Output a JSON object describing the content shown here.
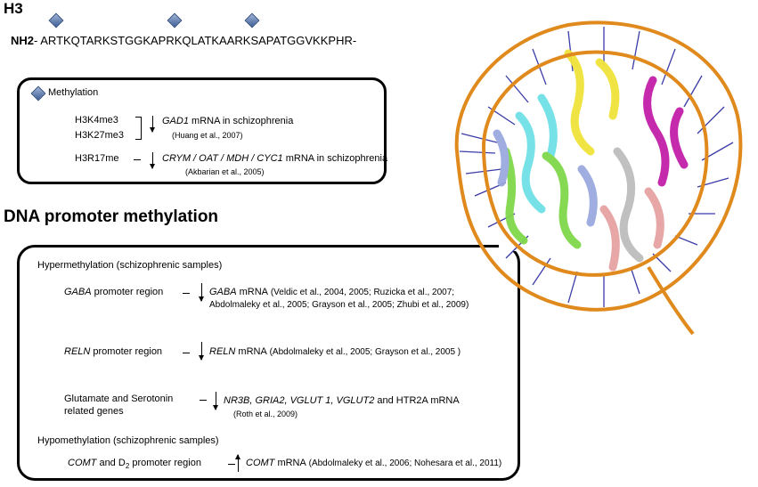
{
  "histone": {
    "title": "H3",
    "sequence_prefix": "NH2",
    "sequence": "- ARTKQTARKSTGGKAPRKQLATKAARKSAPATGGVKKPHR-"
  },
  "methylation_box": {
    "title": "Methylation",
    "rows": [
      {
        "marks": [
          "H3K4me3",
          "H3K27me3"
        ],
        "direction": "down",
        "gene": "GAD1",
        "effect": " mRNA in schizophrenia",
        "ref": "(Huang et al., 2007)"
      },
      {
        "marks": [
          "H3R17me"
        ],
        "direction": "down",
        "gene": "CRYM / OAT / MDH / CYC1",
        "effect": " mRNA in schizophrenia",
        "ref": "(Akbarian et al., 2005)"
      }
    ]
  },
  "promoter_section": {
    "title": "DNA promoter methylation",
    "hyper_title": "Hypermethylation (schizophrenic samples)",
    "hypo_title": "Hypomethylation (schizophrenic samples)",
    "rows": [
      {
        "region_italic": "GABA",
        "region_rest": " promoter region",
        "direction": "down",
        "gene": "GABA",
        "effect": " mRNA",
        "refs": [
          "(Veldic et al., 2004, 2005; Ruzicka et al., 2007;",
          "Abdolmaleky et al., 2005; Grayson et al., 2005; Zhubi et al., 2009)"
        ]
      },
      {
        "region_italic": "RELN",
        "region_rest": " promoter region",
        "direction": "down",
        "gene": "RELN",
        "effect": " mRNA",
        "refs": [
          "(Abdolmaleky et al., 2005; Grayson et al., 2005 )"
        ]
      },
      {
        "region_lines": [
          "Glutamate and Serotonin",
          "related genes"
        ],
        "direction": "down",
        "gene": "NR3B, GRIA2, VGLUT 1, VGLUT2",
        "effect": " and HTR2A  mRNA",
        "refs": [
          "(Roth et al., 2009)"
        ]
      },
      {
        "region_italic": "COMT",
        "region_rest": " and D",
        "region_sub": "2",
        "region_tail": " promoter region",
        "direction": "up",
        "gene": "COMT",
        "effect": " mRNA",
        "refs": [
          "(Abdolmaleky et al., 2006; Nohesara et al., 2011)"
        ]
      }
    ]
  },
  "colors": {
    "dna_backbone": "#e08a1e",
    "dna_bases": "#3b3ba8",
    "helix_yellow": "#f0e33a",
    "helix_cyan": "#6fe0e6",
    "helix_green": "#7fd84a",
    "helix_magenta": "#c21fa8",
    "helix_pink": "#e6a3a3",
    "helix_blue": "#9aa9e0",
    "helix_gray": "#bdbdbd"
  }
}
